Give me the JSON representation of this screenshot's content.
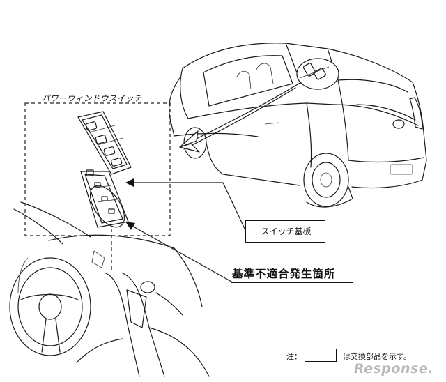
{
  "labels": {
    "power_window_switch": "パワーウィンドウスイッチ",
    "switch_board": "スイッチ基板",
    "defect_location": "基準不適合発生箇所"
  },
  "note": {
    "prefix": "注：",
    "text": "は交換部品を示す。"
  },
  "watermark": "Response."
}
